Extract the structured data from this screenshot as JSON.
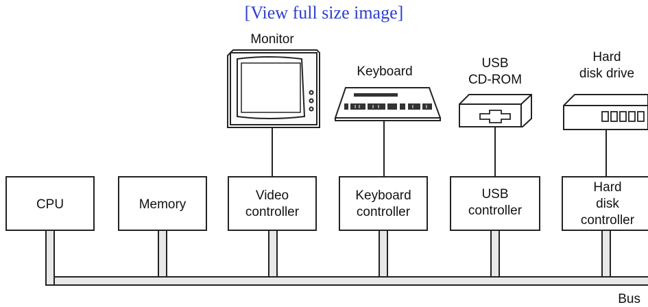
{
  "header": {
    "view_full_size_link": "[View full size image]"
  },
  "devices": {
    "monitor": "Monitor",
    "keyboard": "Keyboard",
    "usb_cdrom": [
      "USB",
      "CD-ROM"
    ],
    "hard_disk_drive": [
      "Hard",
      "disk drive"
    ]
  },
  "controllers": {
    "cpu": [
      "CPU"
    ],
    "memory": [
      "Memory"
    ],
    "video": [
      "Video",
      "controller"
    ],
    "keyboard": [
      "Keyboard",
      "controller"
    ],
    "usb": [
      "USB",
      "controller"
    ],
    "hard_disk": [
      "Hard",
      "disk",
      "controller"
    ]
  },
  "bus": {
    "label": "Bus"
  }
}
